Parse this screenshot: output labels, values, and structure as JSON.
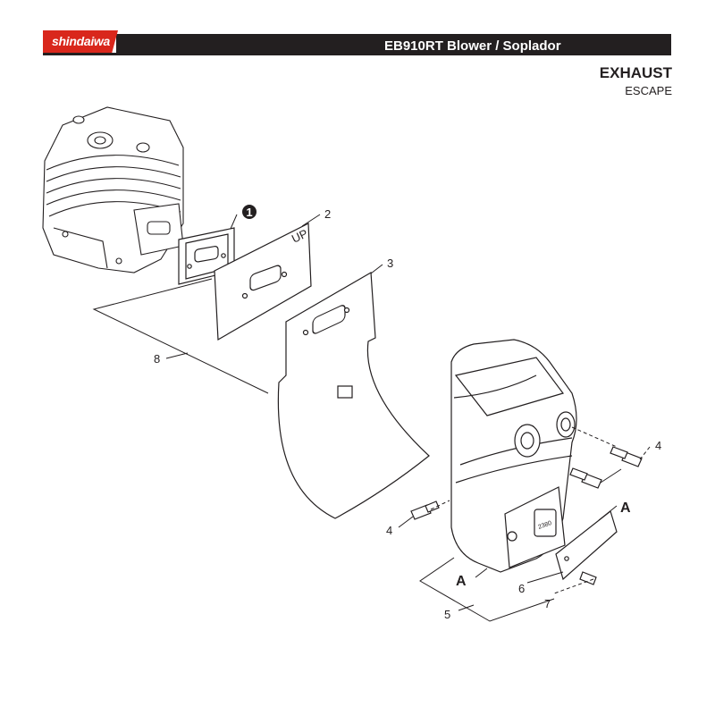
{
  "header": {
    "brand": "shindaiwa",
    "model_title": "EB910RT Blower / Soplador"
  },
  "section": {
    "title": "EXHAUST",
    "subtitle": "ESCAPE"
  },
  "callouts": {
    "c1": "1",
    "c2": "2",
    "c3": "3",
    "c4a": "4",
    "c4b": "4",
    "c5": "5",
    "c6": "6",
    "c7": "7",
    "c8": "8",
    "a1": "A",
    "a2": "A",
    "heat_shield_mark": "UP",
    "muffler_mark": "2380"
  },
  "colors": {
    "brand_red": "#d9271c",
    "bar": "#231f20"
  }
}
